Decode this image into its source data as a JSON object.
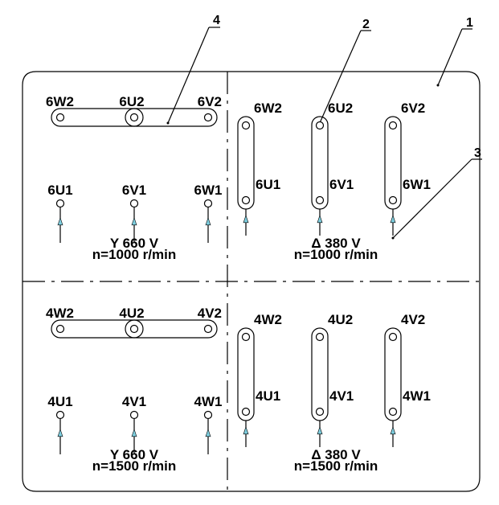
{
  "callouts": [
    "1",
    "2",
    "3",
    "4"
  ],
  "quadrants": {
    "top_left": {
      "links_top": [
        "6W2",
        "6U2",
        "6V2"
      ],
      "terminals_bottom": [
        "6U1",
        "6V1",
        "6W1"
      ],
      "caption_line1": "Y 660 V",
      "caption_line2": "n=1000 r/min"
    },
    "top_right": {
      "links_top": [
        "6W2",
        "6U2",
        "6V2"
      ],
      "terminals_bottom": [
        "6U1",
        "6V1",
        "6W1"
      ],
      "caption_line1": "Δ 380 V",
      "caption_line2": "n=1000 r/min"
    },
    "bottom_left": {
      "links_top": [
        "4W2",
        "4U2",
        "4V2"
      ],
      "terminals_bottom": [
        "4U1",
        "4V1",
        "4W1"
      ],
      "caption_line1": "Y 660 V",
      "caption_line2": "n=1500 r/min"
    },
    "bottom_right": {
      "links_top": [
        "4W2",
        "4U2",
        "4V2"
      ],
      "terminals_bottom": [
        "4U1",
        "4V1",
        "4W1"
      ],
      "caption_line1": "Δ 380 V",
      "caption_line2": "n=1500 r/min"
    }
  },
  "colors": {
    "arrow_fill": "#7ecfe0",
    "line": "#000000"
  }
}
